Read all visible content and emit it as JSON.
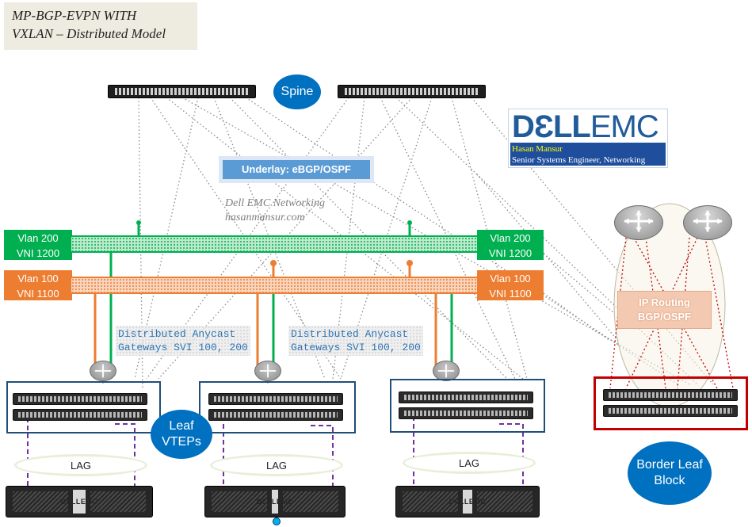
{
  "title": {
    "line1": "MP-BGP-EVPN WITH",
    "line2": "VXLAN – Distributed Model"
  },
  "spine_label": "Spine",
  "underlay_label": "Underlay: eBGP/OSPF",
  "watermark": {
    "line1": "Dell EMC Networking",
    "line2": "hasanmansur.com"
  },
  "logo": {
    "brand_bold": "DƐLL",
    "brand_light": "EMC",
    "author": "Hasan Mansur",
    "role": "Senior Systems Engineer, Networking"
  },
  "vlan200": {
    "left_line1": "Vlan 200",
    "left_line2": "VNI 1200",
    "right_line1": "Vlan 200",
    "right_line2": "VNI 1200"
  },
  "vlan100": {
    "left_line1": "Vlan 100",
    "left_line2": "VNI 1100",
    "right_line1": "Vlan 100",
    "right_line2": "VNI 1100"
  },
  "gateways": [
    {
      "line1": "Distributed Anycast",
      "line2": "Gateways SVI 100, 200"
    },
    {
      "line1": "Distributed Anycast",
      "line2": "Gateways SVI 100, 200"
    }
  ],
  "leaf_label": {
    "line1": "Leaf",
    "line2": "VTEPs"
  },
  "lag_labels": [
    "LAG",
    "LAG",
    "LAG"
  ],
  "ip_routing": {
    "line1": "IP Routing",
    "line2": "BGP/OSPF"
  },
  "border_leaf": {
    "line1": "Border Leaf",
    "line2": "Block"
  },
  "server_badge": [
    "DƐLLEMC",
    "DƐLLEMC",
    "DƐLLEMC"
  ],
  "colors": {
    "vlan200": "#00b050",
    "vlan100": "#ed7d31",
    "circle": "#0070c0",
    "leaf_box": "#1f4e79",
    "border_box": "#c00000",
    "lag_link": "#7030a0",
    "routing_link": "#c00000"
  }
}
